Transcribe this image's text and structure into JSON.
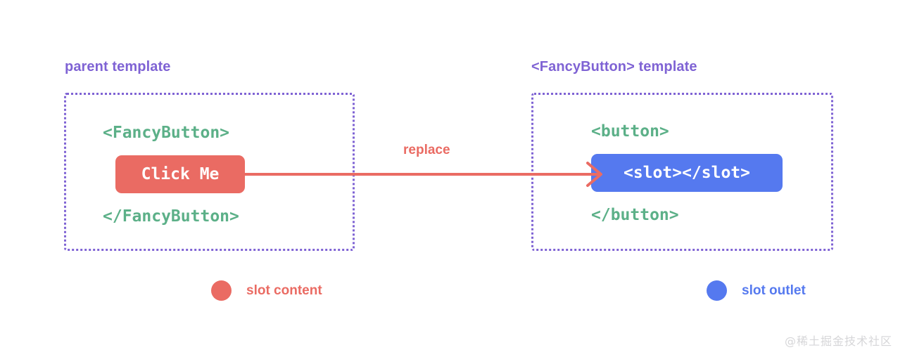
{
  "diagram": {
    "background_color": "#ffffff",
    "palette": {
      "purple": "#7f63d4",
      "green": "#5cb088",
      "red": "#ea6b63",
      "blue": "#5579ef",
      "watermark_gray": "#d6d6d8"
    },
    "panels": [
      {
        "id": "parent",
        "title": "parent template",
        "code_open": "<FancyButton>",
        "chip_text": "Click Me",
        "chip_color": "#ea6b63",
        "code_close": "</FancyButton>"
      },
      {
        "id": "fancybutton",
        "title": "<FancyButton> template",
        "code_open": "<button>",
        "chip_text": "<slot></slot>",
        "chip_color": "#5579ef",
        "code_close": "</button>"
      }
    ],
    "connector": {
      "label": "replace",
      "color": "#ea6b63",
      "direction": "left-to-right",
      "arrowhead": "open-chevron"
    },
    "legend": [
      {
        "marker": "red-circle-marker",
        "color": "#ea6b63",
        "label": "slot content"
      },
      {
        "marker": "blue-circle-marker",
        "color": "#5579ef",
        "label": "slot outlet"
      }
    ],
    "watermark": "@稀土掘金技术社区"
  }
}
